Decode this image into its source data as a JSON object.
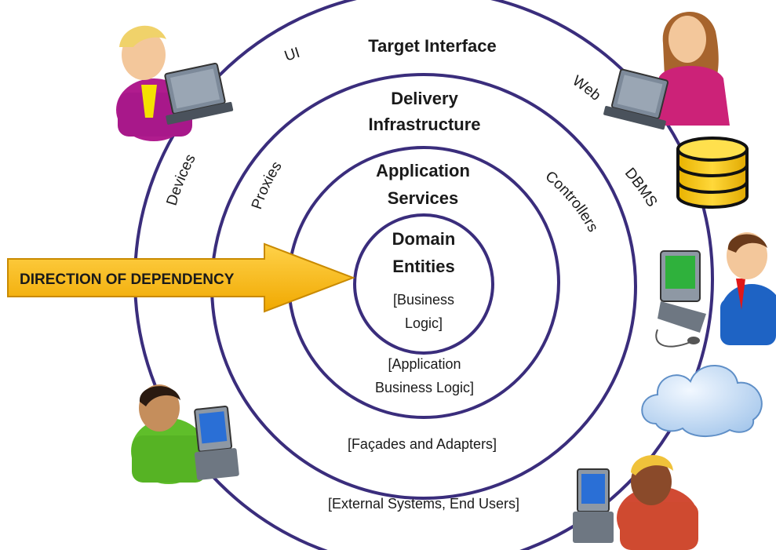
{
  "layers": {
    "target_interface": {
      "title": "Target Interface",
      "note": "[External Systems, End Users]",
      "items": [
        "UI",
        "Web",
        "Devices",
        "DBMS"
      ]
    },
    "delivery_infrastructure": {
      "title_line1": "Delivery",
      "title_line2": "Infrastructure",
      "note": "[Façades and Adapters]",
      "items": [
        "Proxies",
        "Controllers"
      ]
    },
    "application_services": {
      "title_line1": "Application",
      "title_line2": "Services",
      "note_line1": "[Application",
      "note_line2": "Business Logic]"
    },
    "domain_entities": {
      "title_line1": "Domain",
      "title_line2": "Entities",
      "note_line1": "[Business",
      "note_line2": "Logic]"
    }
  },
  "arrow": {
    "label": "DIRECTION OF DEPENDENCY"
  },
  "colors": {
    "ring": "#3a2d7c",
    "arrow_fill": "#f5b400",
    "arrow_stroke": "#c98a00",
    "database": "#f7c600",
    "cloud": "#bcd6f2"
  },
  "icons": [
    "user-laptop-icon",
    "user-web-icon",
    "database-icon",
    "user-computer-icon",
    "cloud-icon",
    "user-green-icon",
    "user-red-icon"
  ]
}
